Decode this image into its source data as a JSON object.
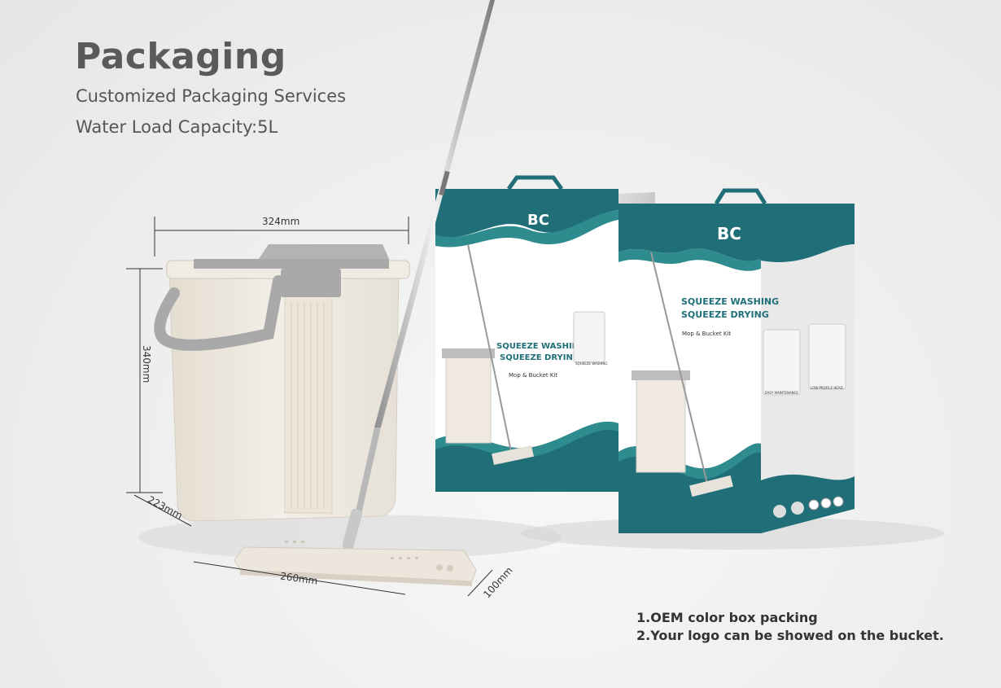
{
  "header": {
    "title": "Packaging",
    "subtitle": "Customized Packaging Services",
    "capacity": "Water Load Capacity:5L"
  },
  "dimensions": {
    "width": "324mm",
    "height": "340mm",
    "depth": "223mm",
    "mop_length": "260mm",
    "mop_width": "100mm"
  },
  "box": {
    "logo": "BC",
    "headline_1": "SQUEEZE WASHING",
    "headline_2": "SQUEEZE DRYING",
    "tagline": "Mop & Bucket Kit",
    "feature_1": "EASY MAINTENANCE",
    "feature_2": "LOW-PROFILE HEAD",
    "feature_left_1": "SQUEEZE WASHING"
  },
  "notes": [
    "1.OEM color box packing",
    "2.Your logo can be showed on the bucket."
  ],
  "colors": {
    "teal": "#1f6e78",
    "teal_light": "#2f8c8e",
    "bucket": "#ede7dd",
    "lid_gray": "#a9a9a9"
  }
}
